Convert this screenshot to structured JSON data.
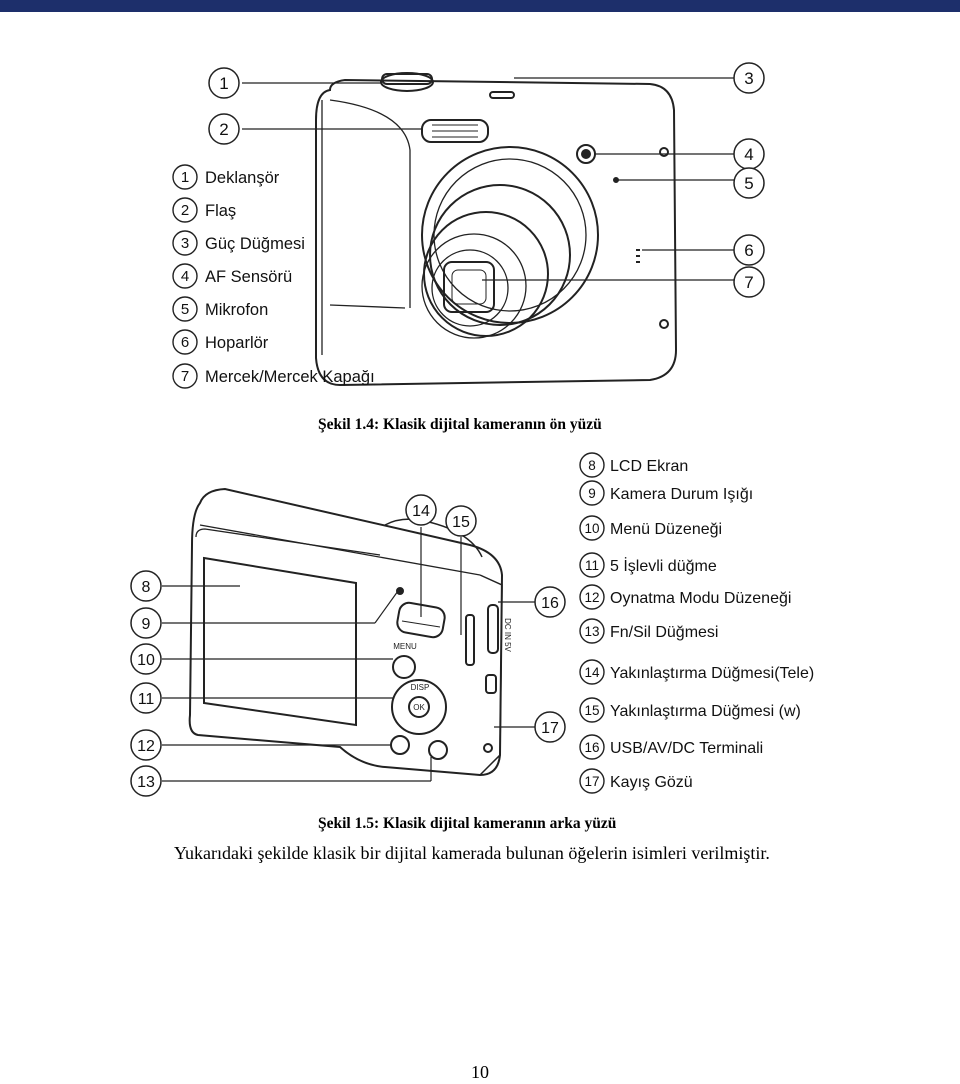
{
  "front": {
    "legend": [
      {
        "num": "1",
        "label": "Deklanşör"
      },
      {
        "num": "2",
        "label": "Flaş"
      },
      {
        "num": "3",
        "label": "Güç Düğmesi"
      },
      {
        "num": "4",
        "label": "AF Sensörü"
      },
      {
        "num": "5",
        "label": "Mikrofon"
      },
      {
        "num": "6",
        "label": "Hoparlör"
      },
      {
        "num": "7",
        "label": "Mercek/Mercek Kapağı"
      }
    ],
    "callouts": [
      "1",
      "2",
      "3",
      "4",
      "5",
      "6",
      "7"
    ],
    "caption": "Şekil 1.4: Klasik dijital kameranın ön yüzü"
  },
  "back": {
    "legend": [
      {
        "num": "8",
        "label": "LCD Ekran"
      },
      {
        "num": "9",
        "label": "Kamera Durum Işığı"
      },
      {
        "num": "10",
        "label": "Menü Düzeneği"
      },
      {
        "num": "11",
        "label": "5 İşlevli düğme"
      },
      {
        "num": "12",
        "label": "Oynatma Modu Düzeneği"
      },
      {
        "num": "13",
        "label": "Fn/Sil Düğmesi"
      },
      {
        "num": "14",
        "label": "Yakınlaştırma Düğmesi(Tele)"
      },
      {
        "num": "15",
        "label": "Yakınlaştırma Düğmesi (w)"
      },
      {
        "num": "16",
        "label": "USB/AV/DC Terminali"
      },
      {
        "num": "17",
        "label": "Kayış Gözü"
      }
    ],
    "callouts": [
      "8",
      "9",
      "10",
      "11",
      "12",
      "13",
      "14",
      "15",
      "16",
      "17"
    ],
    "camera_labels": {
      "menu": "MENU",
      "disp": "DISP",
      "ok": "OK",
      "port": "DC IN 5V"
    },
    "caption": "Şekil 1.5: Klasik dijital kameranın arka yüzü"
  },
  "paragraph": "Yukarıdaki şekilde klasik bir dijital kamerada bulunan öğelerin isimleri verilmiştir.",
  "page_number": "10",
  "colors": {
    "header_bar": "#1d2f6b",
    "line": "#222222"
  }
}
